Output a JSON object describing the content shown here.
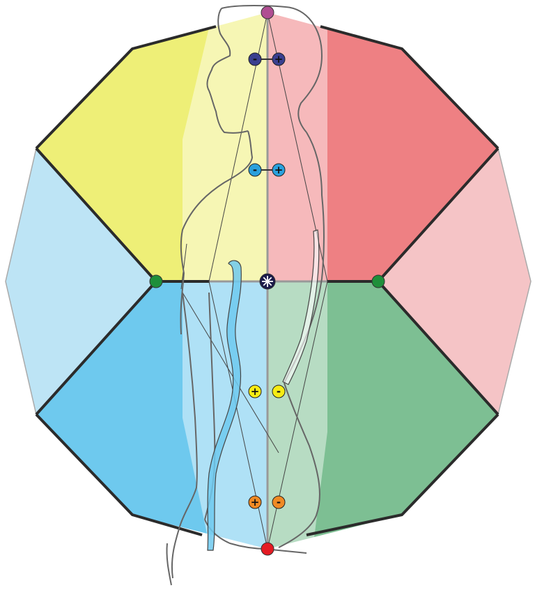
{
  "colors": {
    "background": "#ffffff",
    "outline": "#2b2b2b",
    "yellow_sector": "#eeef77",
    "red_sector": "#ee8083",
    "light_red_sector": "#f5c4c6",
    "green_sector": "#7dbf93",
    "blue_sector": "#6ec9ee",
    "light_blue_sector": "#bde4f5",
    "green_node": "#1e8f3a",
    "top_node": "#b04e92",
    "bottom_node": "#e41b23",
    "head_node": "#3a3f8f",
    "throat_node": "#2aa0dc",
    "belly_node": "#f7ec13",
    "lower_node": "#f08a24",
    "figure_stroke": "#555555"
  },
  "polarity_markers": [
    {
      "level": "head",
      "left": "-",
      "right": "+",
      "color": "#3a3f8f"
    },
    {
      "level": "throat",
      "left": "-",
      "right": "+",
      "color": "#2aa0dc"
    },
    {
      "level": "abdomen",
      "left": "+",
      "right": "-",
      "color": "#f7ec13"
    },
    {
      "level": "pelvis",
      "left": "+",
      "right": "-",
      "color": "#f08a24"
    }
  ],
  "nodes": {
    "top": "crown-node",
    "bottom": "root-node",
    "center": "star-node",
    "left": "left-green-node",
    "right": "right-green-node"
  },
  "icons": {
    "center": "star-icon"
  }
}
